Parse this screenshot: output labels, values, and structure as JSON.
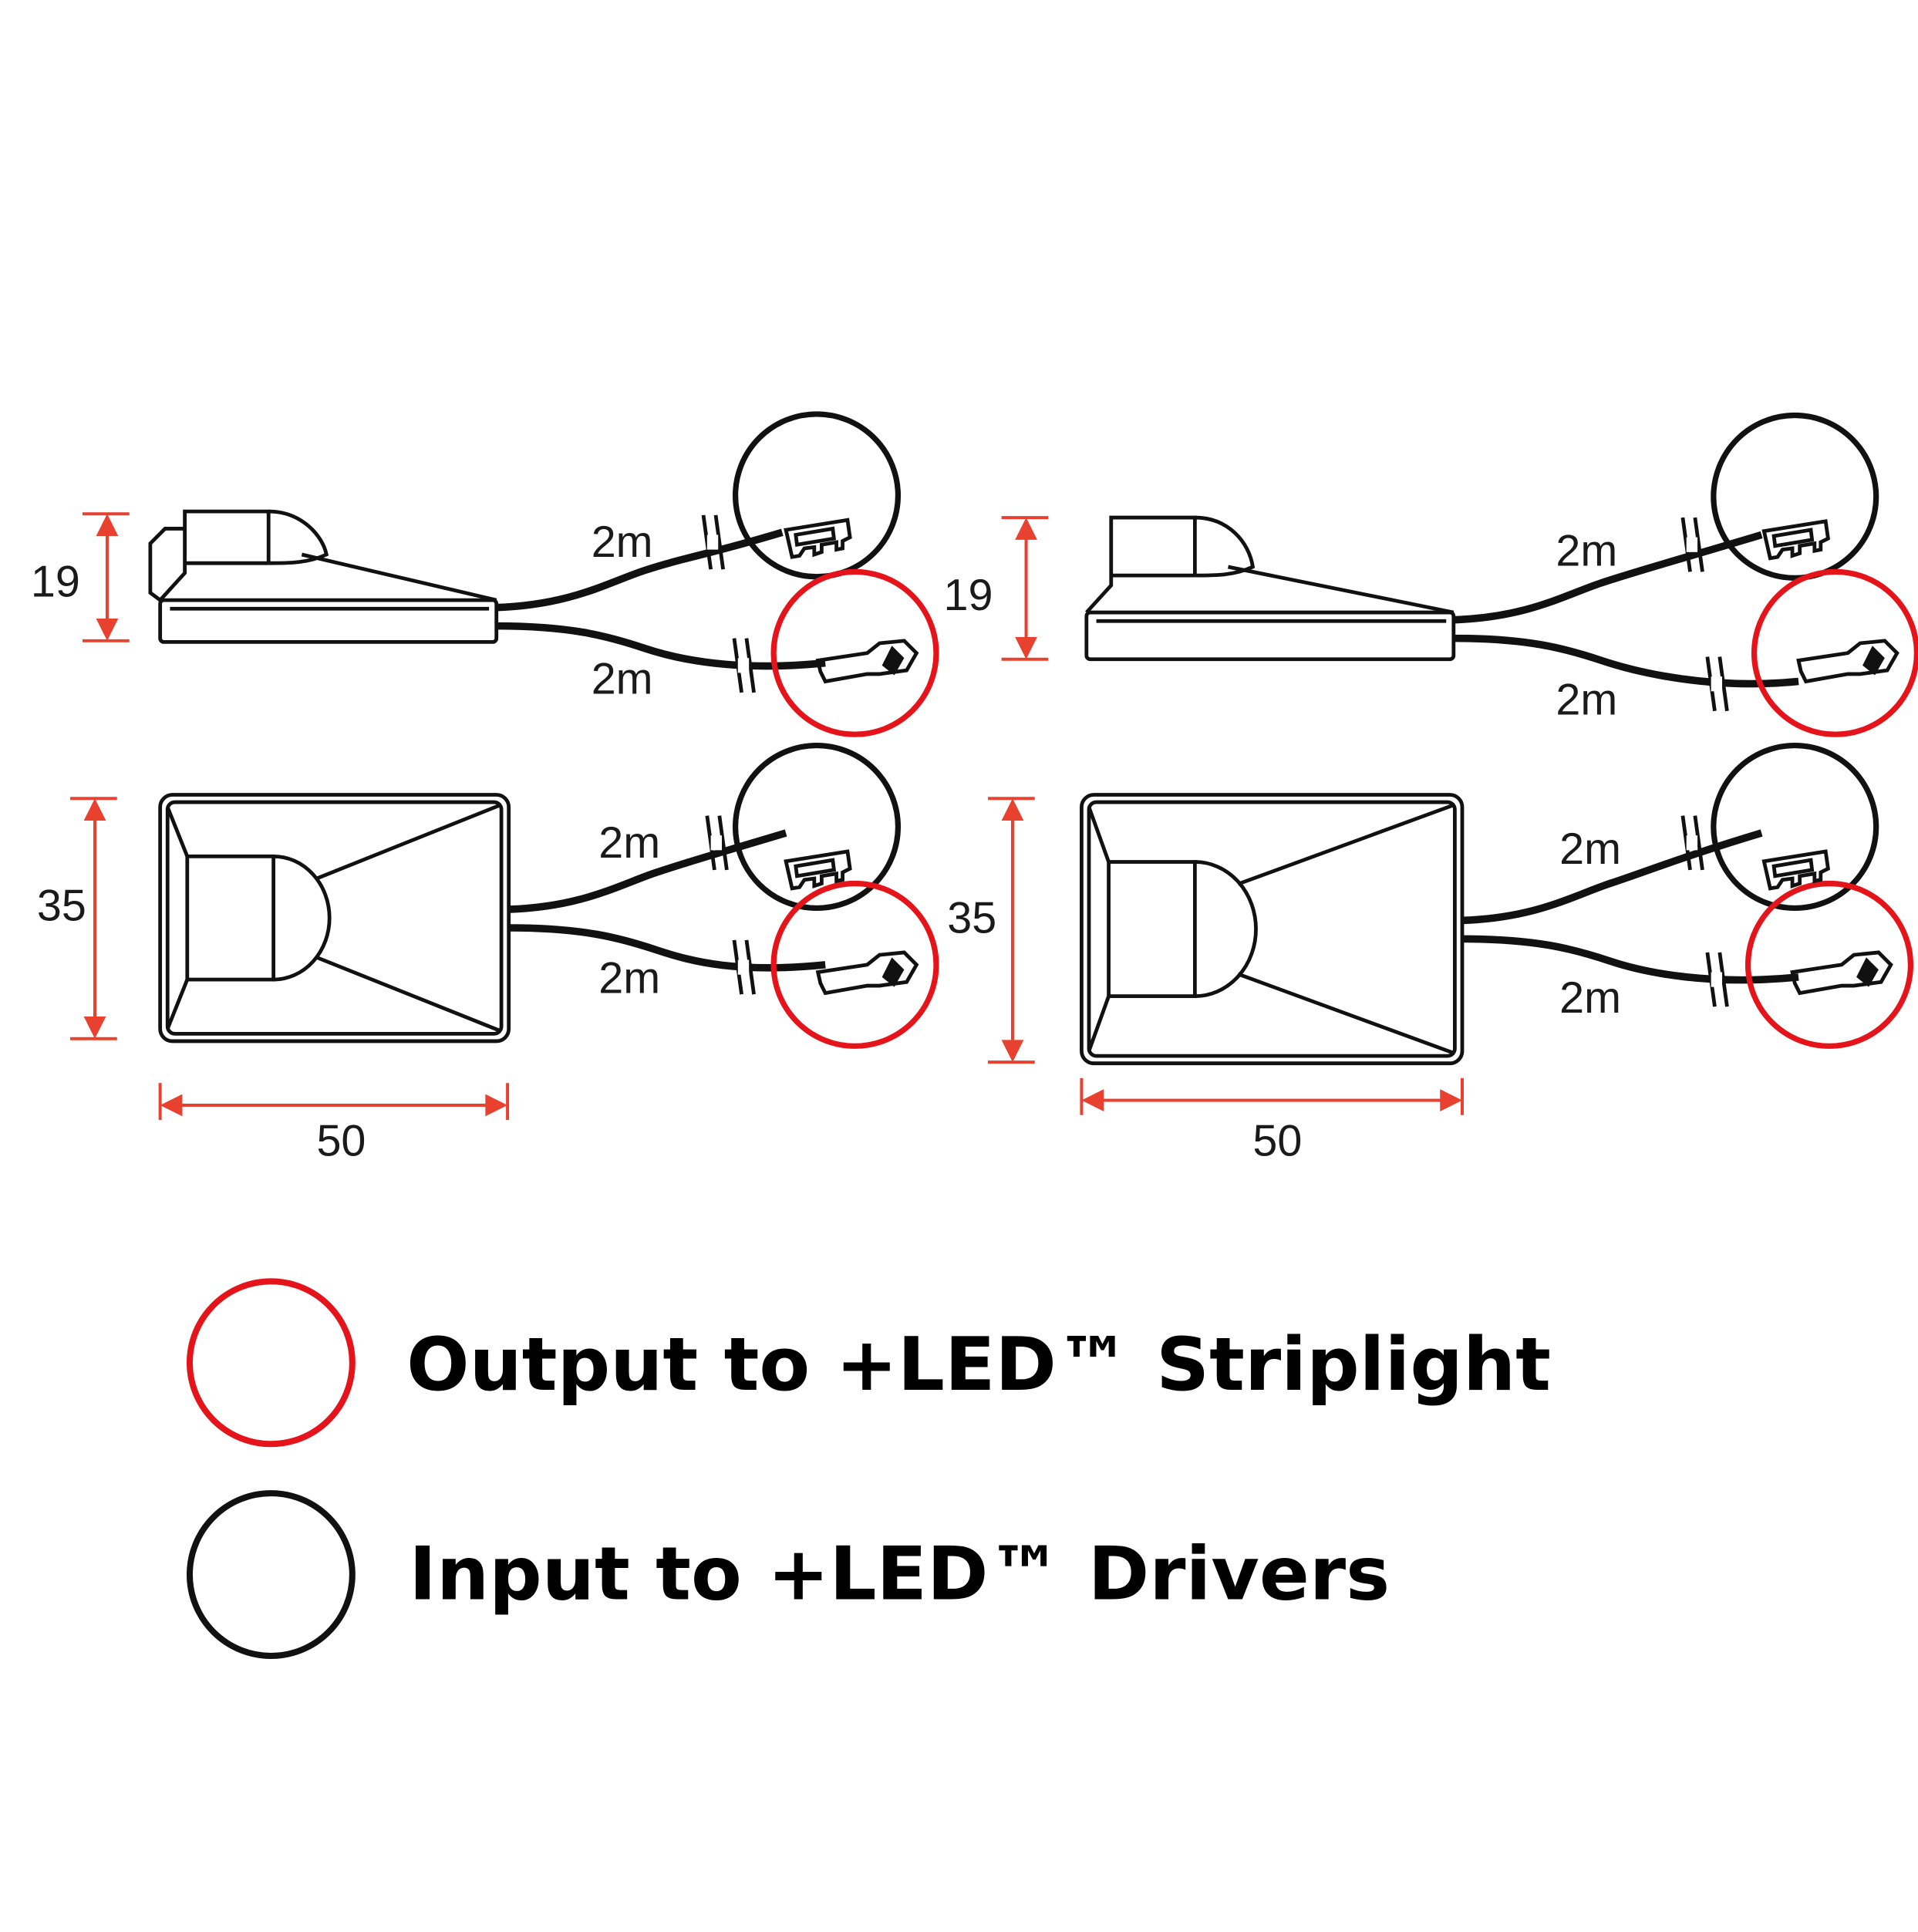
{
  "colors": {
    "output": "#e5141b",
    "input": "#111111",
    "dimension": "#e8412f"
  },
  "units": [
    {
      "side_height": "19",
      "top_depth": "35",
      "width": "50",
      "cable_top": "2m",
      "cable_bottom": "2m",
      "cable_top_plan": "2m",
      "cable_bottom_plan": "2m"
    },
    {
      "side_height": "19",
      "top_depth": "35",
      "width": "50",
      "cable_top": "2m",
      "cable_bottom": "2m",
      "cable_top_plan": "2m",
      "cable_bottom_plan": "2m"
    }
  ],
  "legend": {
    "output_label": "Output to +LED™ Striplight",
    "input_label": "Input to +LED™ Drivers"
  }
}
